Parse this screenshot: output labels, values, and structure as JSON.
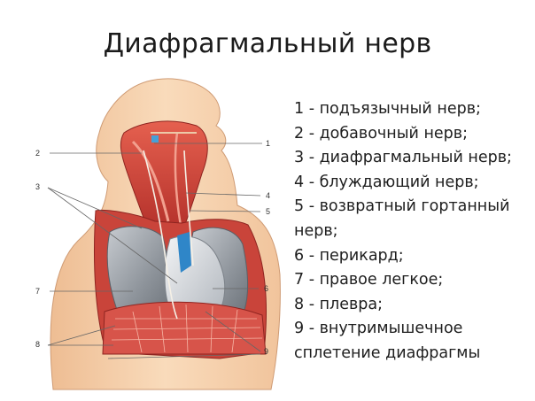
{
  "title": "Диафрагмальный нерв",
  "legend": [
    "1 - подъязычный нерв;",
    "2 - добавочный нерв;",
    "3 - диафрагмальный нерв;",
    "4 - блуждающий нерв;",
    "5 - возвратный гортанный нерв;",
    "6 - перикард;",
    "7 - правое легкое;",
    "8 - плевра;",
    "9 - внутримышечное сплетение диафрагмы"
  ],
  "callouts": [
    "1",
    "2",
    "3",
    "4",
    "5",
    "6",
    "7",
    "8",
    "9"
  ],
  "colors": {
    "skin": "#f6cfa8",
    "muscle": "#d9473b",
    "lung": "#9aa0a6",
    "pericardium": "#d9dde2",
    "vein": "#2f86c8"
  }
}
